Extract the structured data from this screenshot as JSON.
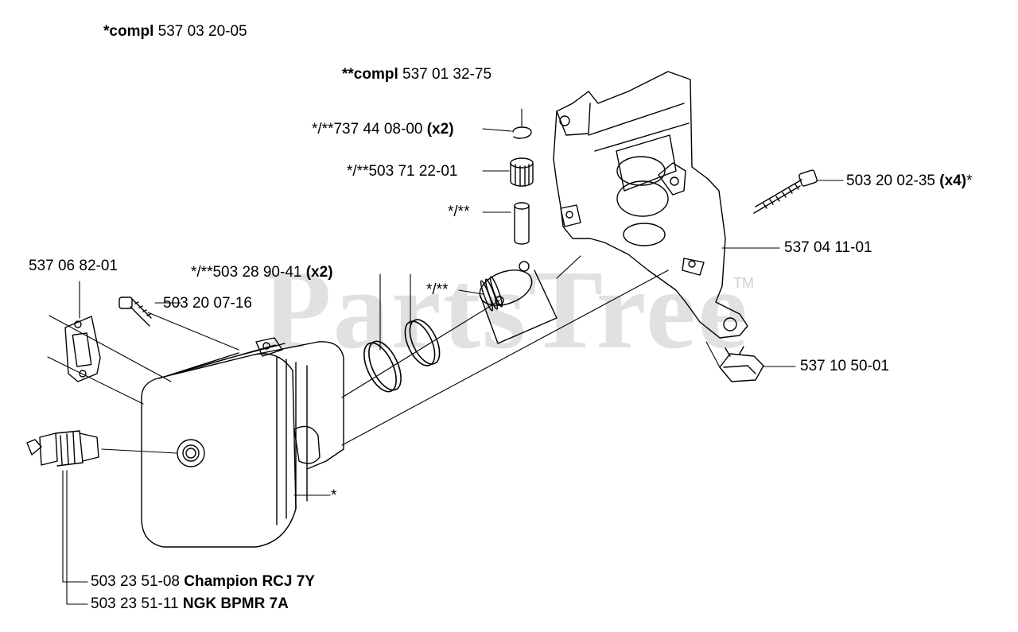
{
  "watermark": {
    "text": "PartsTree",
    "tm": "TM"
  },
  "labels": {
    "compl_cyl_prefix": "*compl",
    "compl_cyl_num": "537 03 20-05",
    "compl_pis_prefix": "**compl",
    "compl_pis_num": "537 01 32-75",
    "circlip_num": "*/**737 44 08-00",
    "circlip_qty": "(x2)",
    "bearing_num": "*/**503 71 22-01",
    "pin_num": "*/**",
    "ring_num": "*/**503 28 90-41",
    "ring_qty": "(x2)",
    "piston_num": "*/**",
    "gasket_num": "537 06 82-01",
    "screw_num": "503 20 07-16",
    "crank_screw_num": "503 20 02-35",
    "crank_screw_qty": "(x4)",
    "crank_screw_suffix": "*",
    "crankcase_num": "537 04 11-01",
    "nut_num": "537 10 50-01",
    "cylinder_num": "*",
    "plug1_num": "503 23 51-08",
    "plug1_name": "Champion RCJ 7Y",
    "plug2_num": "503 23 51-11",
    "plug2_name": "NGK BPMR 7A"
  }
}
